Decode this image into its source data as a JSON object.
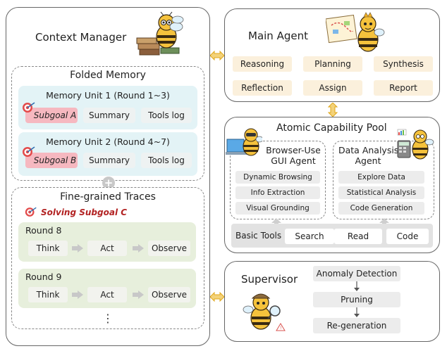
{
  "context_manager": {
    "title": "Context Manager",
    "folded_memory": {
      "title": "Folded Memory",
      "units": [
        {
          "title": "Memory Unit 1 (Round 1~3)",
          "subgoal": "Subgoal A",
          "summary": "Summary",
          "tools": "Tools log"
        },
        {
          "title": "Memory Unit 2 (Round 4~7)",
          "subgoal": "Subgoal B",
          "summary": "Summary",
          "tools": "Tools log"
        }
      ]
    },
    "plus": "+",
    "fine_grained": {
      "title": "Fine-grained Traces",
      "solving": "Solving Subgoal C",
      "rounds": [
        {
          "title": "Round 8",
          "think": "Think",
          "act": "Act",
          "observe": "Observe"
        },
        {
          "title": "Round 9",
          "think": "Think",
          "act": "Act",
          "observe": "Observe"
        }
      ],
      "ellipsis": "⋮"
    }
  },
  "main_agent": {
    "title": "Main Agent",
    "capabilities": [
      "Reasoning",
      "Planning",
      "Synthesis",
      "Reflection",
      "Assign",
      "Report"
    ]
  },
  "atomic_pool": {
    "title": "Atomic Capability Pool",
    "browser_agent": {
      "title_line1": "Browser-Use",
      "title_line2": "GUI Agent",
      "items": [
        "Dynamic Browsing",
        "Info Extraction",
        "Visual Grounding"
      ]
    },
    "data_agent": {
      "title_line1": "Data Analysis",
      "title_line2": "Agent",
      "items": [
        "Explore Data",
        "Statistical Analysis",
        "Code Generation"
      ]
    },
    "basic_tools": {
      "label": "Basic Tools",
      "tools": [
        "Search",
        "Read",
        "Code"
      ]
    }
  },
  "supervisor": {
    "title": "Supervisor",
    "steps": [
      "Anomaly Detection",
      "Pruning",
      "Re-generation"
    ]
  },
  "colors": {
    "border": "#666666",
    "memory_bg": "#e3f3f6",
    "subgoal_bg": "#f6b8c0",
    "round_bg": "#e7efdc",
    "capability_bg": "#fbf0dc",
    "pill_bg": "#ececec",
    "connector": "#e0a81c",
    "solving_text": "#b22222"
  }
}
